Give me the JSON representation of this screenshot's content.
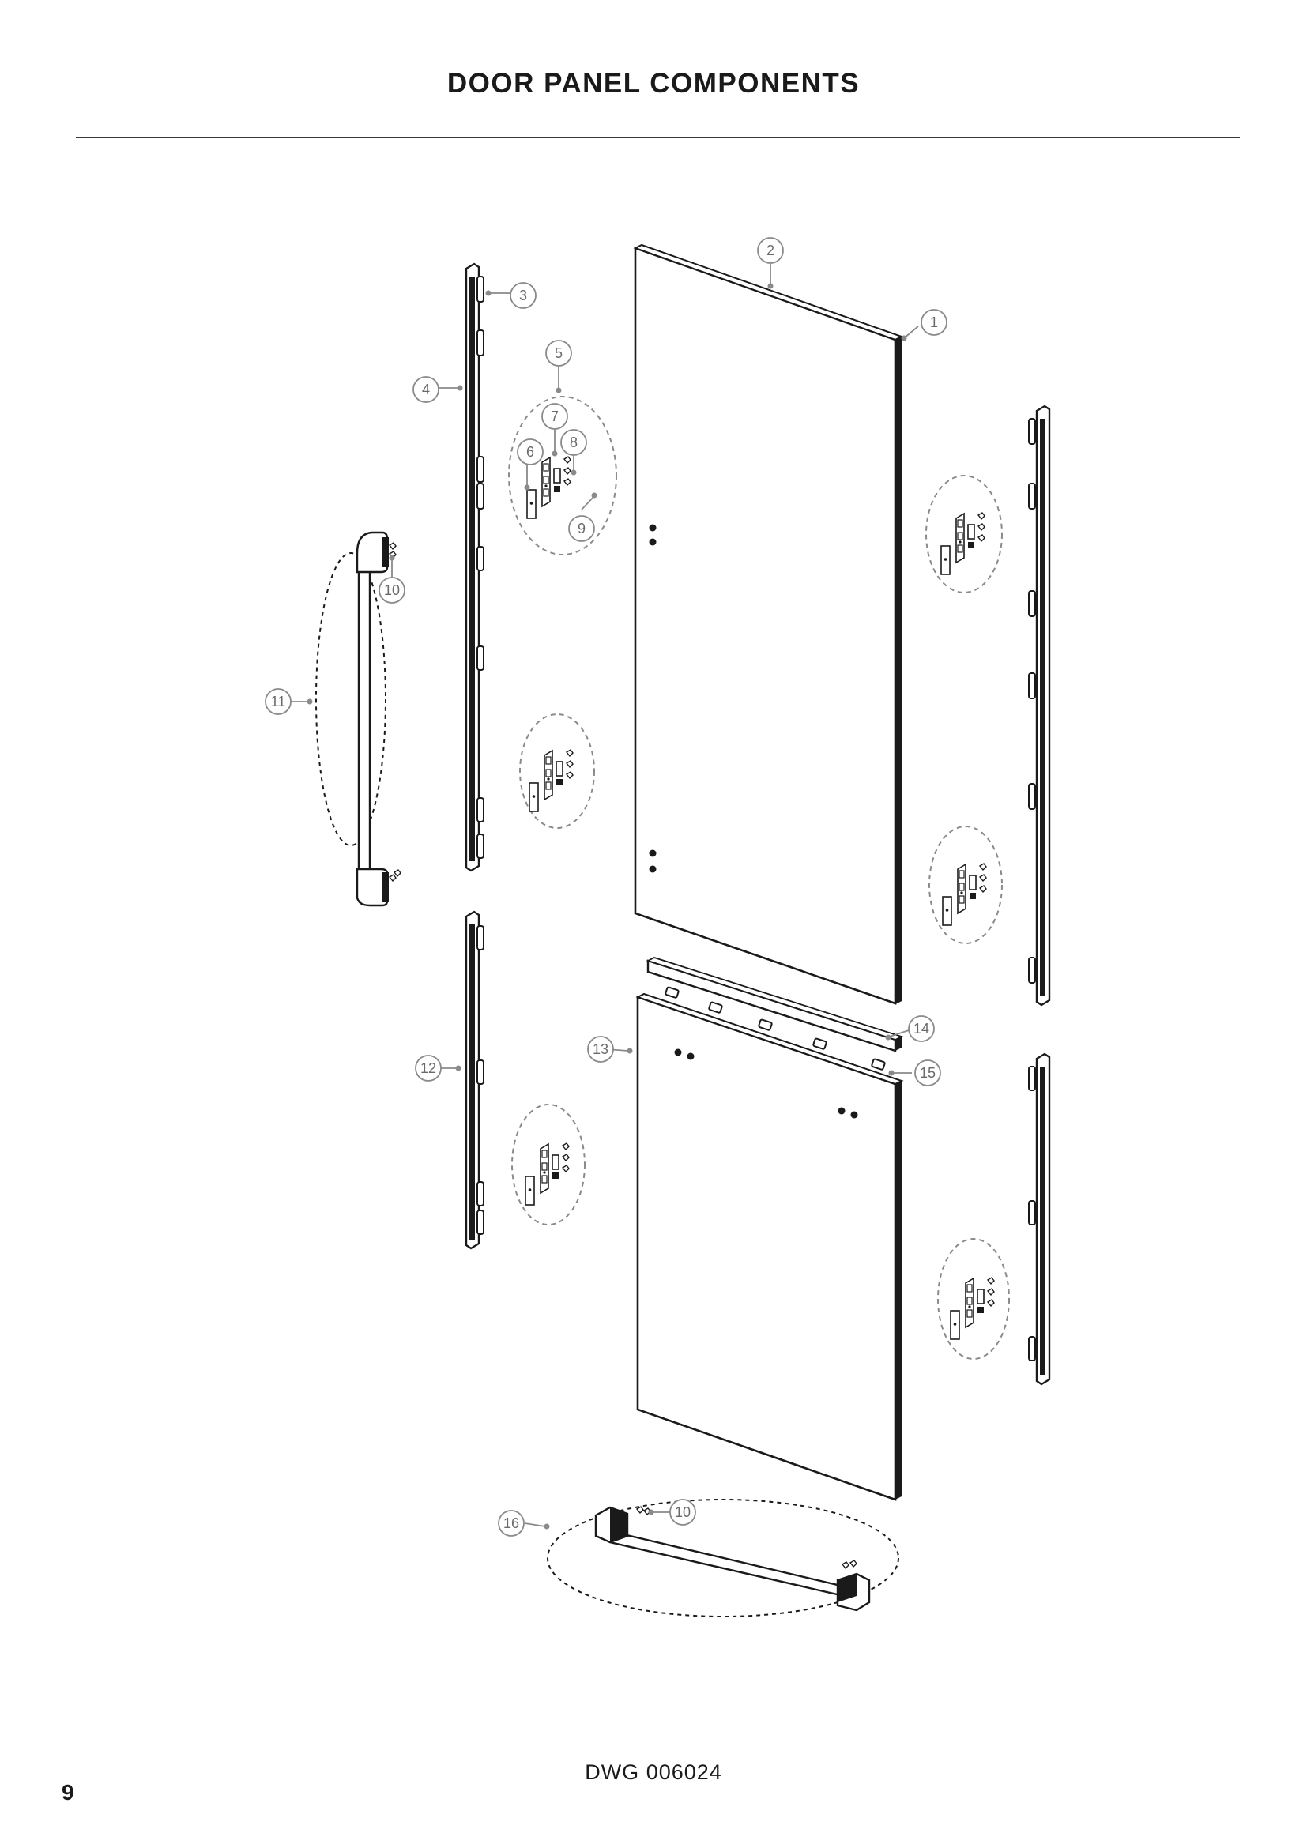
{
  "page": {
    "title": "DOOR PANEL COMPONENTS",
    "drawing_number": "DWG 006024",
    "page_number": "9"
  },
  "callouts": [
    "1",
    "2",
    "3",
    "4",
    "5",
    "6",
    "7",
    "8",
    "9",
    "10",
    "11",
    "12",
    "13",
    "14",
    "15",
    "16"
  ],
  "colors": {
    "line": "#1a1a1a",
    "callout": "#8a8a8a",
    "callout_text": "#6a6a6a"
  }
}
